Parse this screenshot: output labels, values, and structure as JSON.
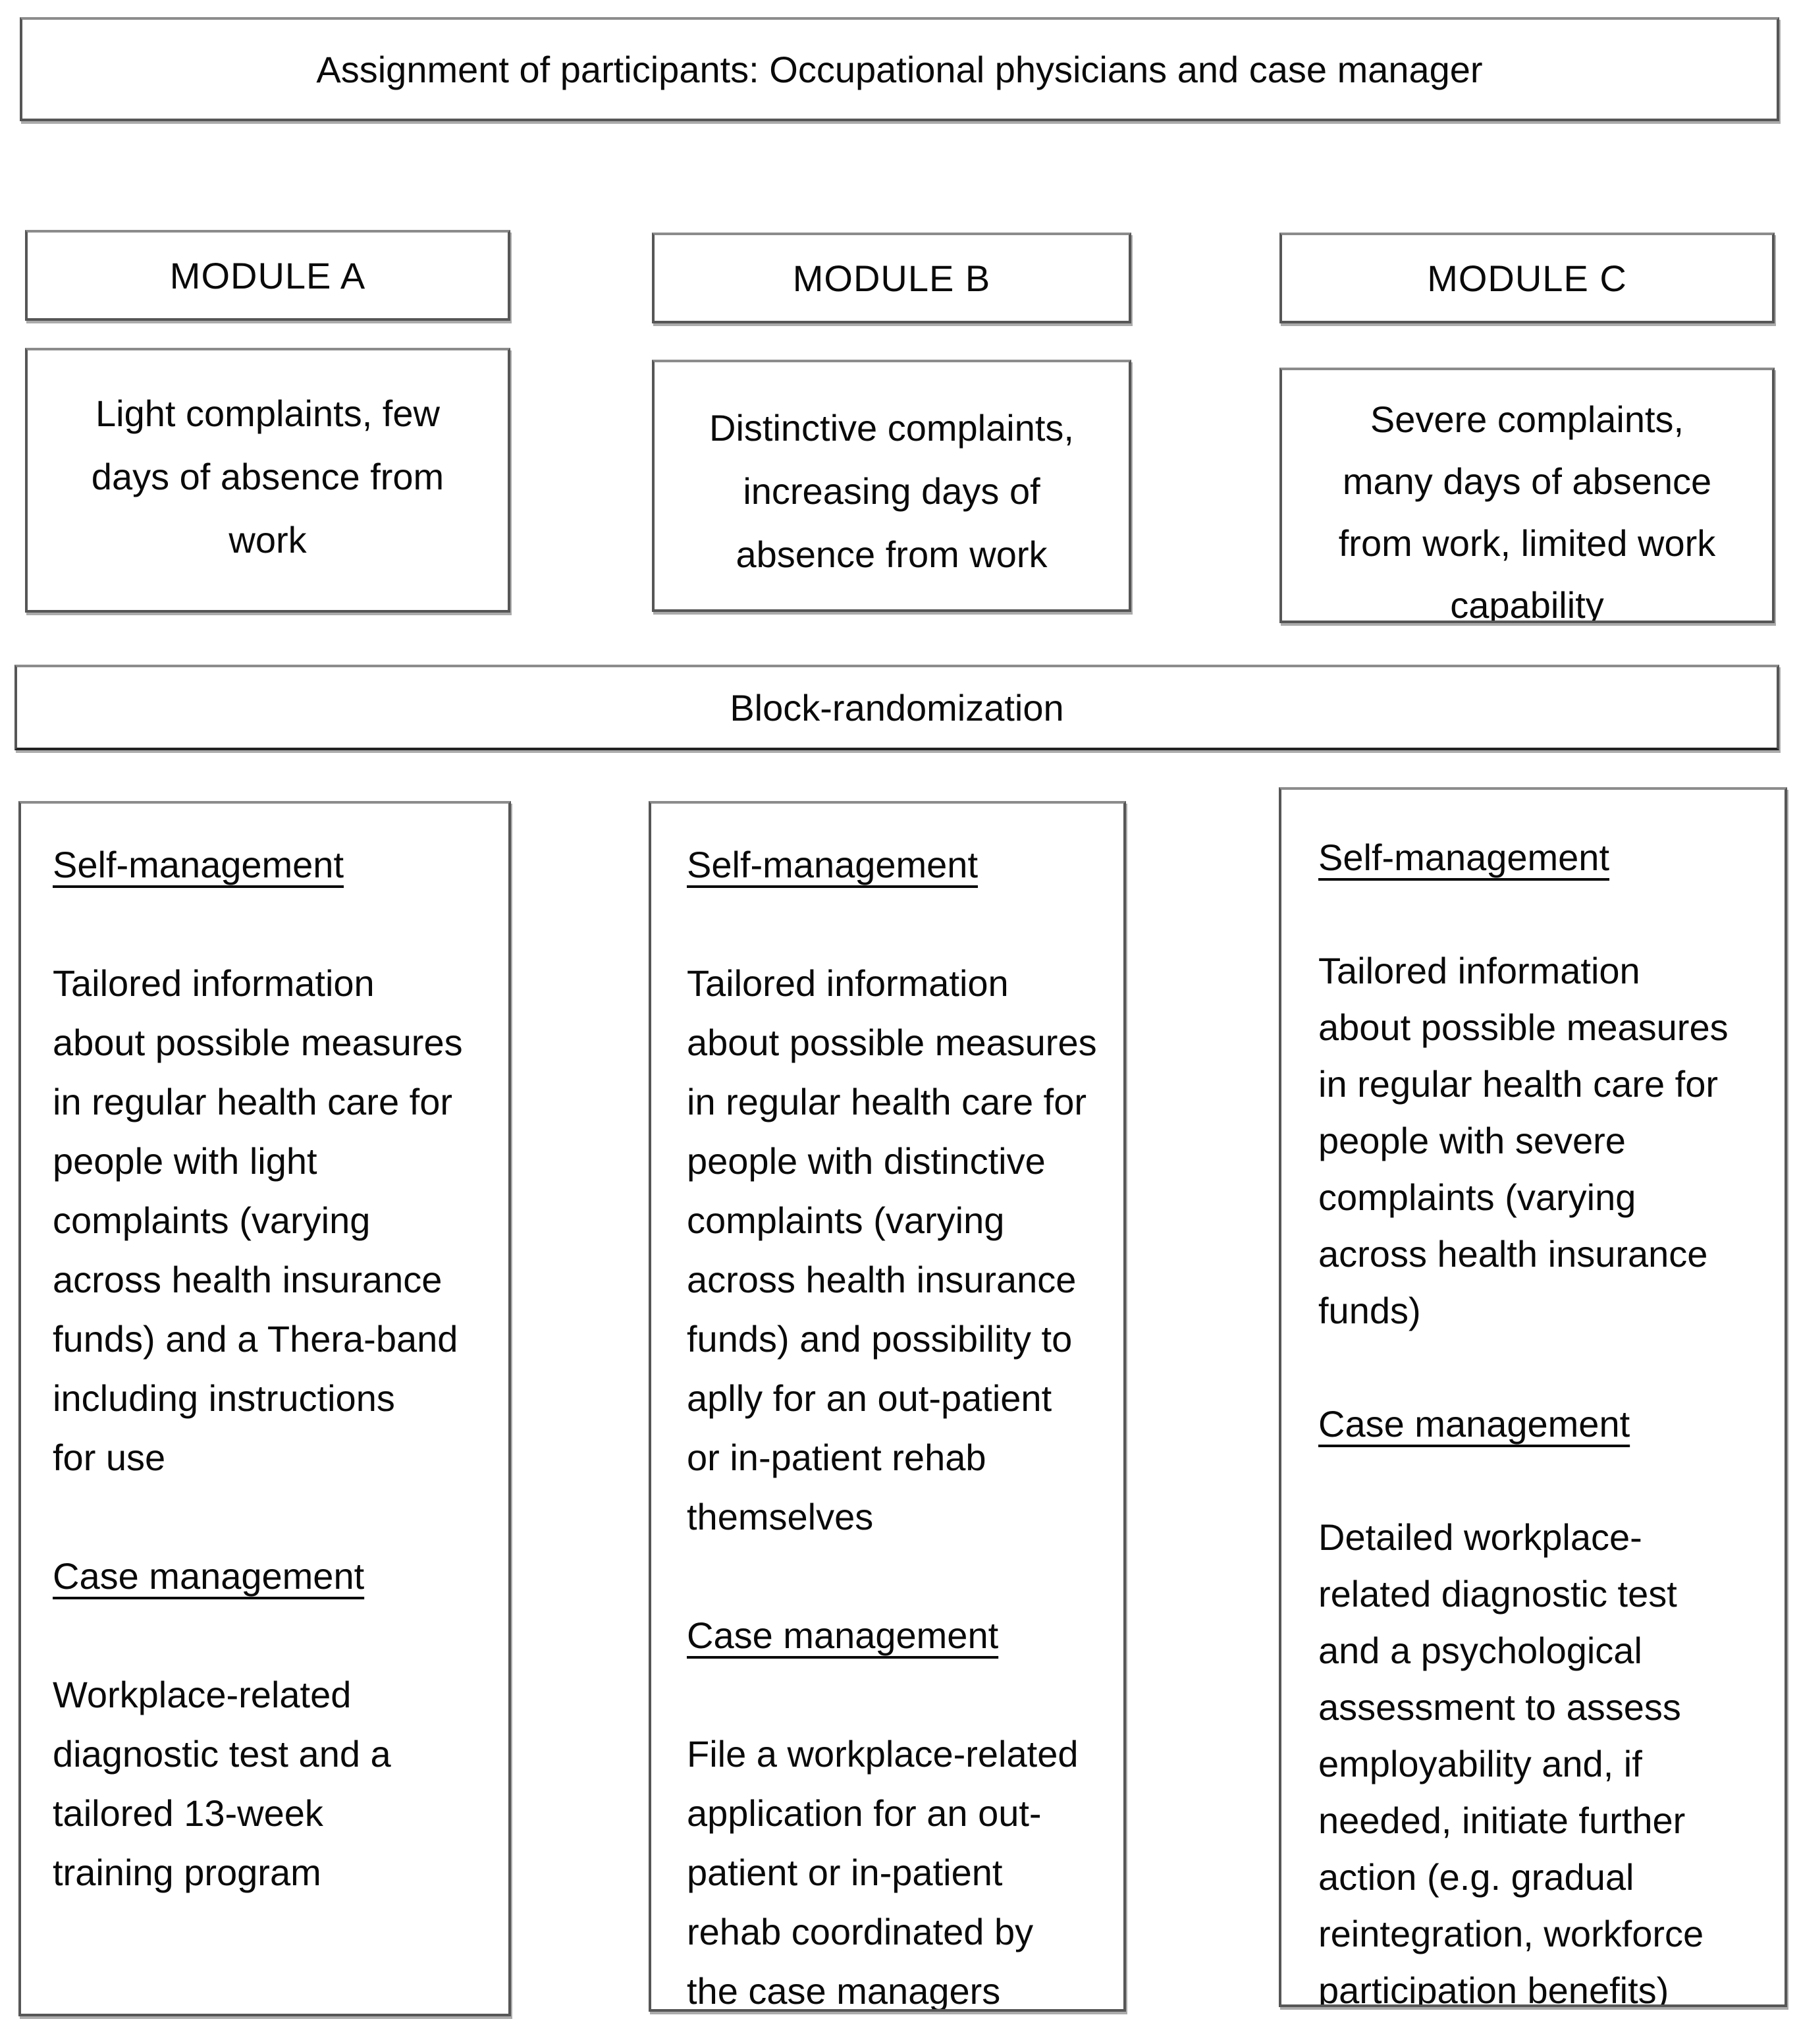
{
  "title": "Assignment of participants: Occupational physicians and case manager",
  "block_randomization": "Block-randomization",
  "modules": [
    {
      "header": "MODULE A",
      "severity": "Light complaints, few\ndays of absence from\nwork",
      "self_management": {
        "heading": "Self-management",
        "body": "Tailored information\nabout possible measures\nin regular health care for\npeople with light\ncomplaints (varying\nacross health insurance\nfunds) and a Thera-band\nincluding instructions\nfor use"
      },
      "case_management": {
        "heading": "Case management",
        "body": "Workplace-related\ndiagnostic test and a\ntailored 13-week\ntraining program"
      }
    },
    {
      "header": "MODULE B",
      "severity": "Distinctive complaints,\nincreasing days of\nabsence from work",
      "self_management": {
        "heading": "Self-management",
        "body": "Tailored information\nabout possible measures\nin regular health care for\npeople with distinctive\ncomplaints (varying\nacross health insurance\nfunds) and possibility to\naplly for an out-patient\nor in-patient rehab\nthemselves"
      },
      "case_management": {
        "heading": "Case management",
        "body": "File a workplace-related\napplication for an out-\npatient or in-patient\nrehab coordinated by\nthe case managers"
      }
    },
    {
      "header": "MODULE C",
      "severity": "Severe complaints,\nmany days of absence\nfrom work, limited work\ncapability",
      "self_management": {
        "heading": "Self-management",
        "body": "Tailored information\nabout possible measures\nin regular health care for\npeople with severe\ncomplaints (varying\nacross health insurance\nfunds)"
      },
      "case_management": {
        "heading": "Case management",
        "body": "Detailed workplace-\nrelated diagnostic test\nand a psychological\nassessment to assess\nemployability and, if\nneeded, initiate further\naction (e.g. gradual\nreintegration, workforce\nparticipation benefits)"
      }
    }
  ]
}
